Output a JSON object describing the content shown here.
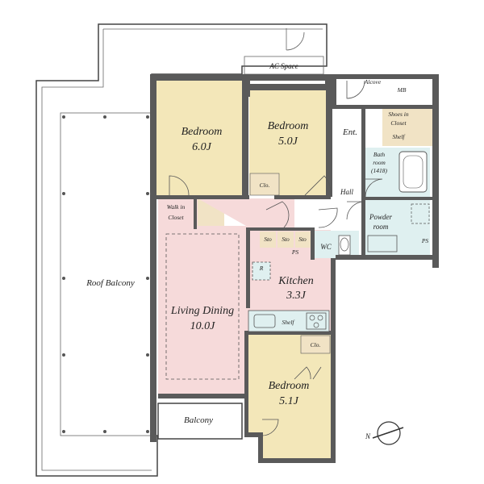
{
  "rooms": {
    "bedroom_a": {
      "name": "Bedroom",
      "size": "6.0J"
    },
    "bedroom_b": {
      "name": "Bedroom",
      "size": "5.0J"
    },
    "bedroom_c": {
      "name": "Bedroom",
      "size": "5.1J"
    },
    "living": {
      "name": "Living Dining",
      "size": "10.0J"
    },
    "kitchen": {
      "name": "Kitchen",
      "size": "3.3J"
    },
    "roof_balcony": "Roof Balcony",
    "balcony": "Balcony",
    "walk_in_closet_1": "Walk in",
    "walk_in_closet_2": "Closet",
    "ac_space": "AC Space",
    "alcove": "Alcove",
    "mb": "MB",
    "shoes_closet_1": "Shoes in",
    "shoes_closet_2": "Closet",
    "shelf": "Shelf",
    "ent": "Ent.",
    "hall": "Hall",
    "bathroom_1": "Bath",
    "bathroom_2": "room",
    "bathroom_3": "(1418)",
    "powder_1": "Powder",
    "powder_2": "room",
    "wc": "WC",
    "clo": "Clo.",
    "sto": "Sto",
    "ps": "PS",
    "r": "R",
    "compass": "N"
  },
  "colors": {
    "bedroom": "#f3e7b9",
    "living": "#f6dada",
    "wet": "#dff0f0",
    "closet": "#f1e3c5",
    "outdoor": "#ffffff",
    "wall": "#5a5a5a"
  }
}
